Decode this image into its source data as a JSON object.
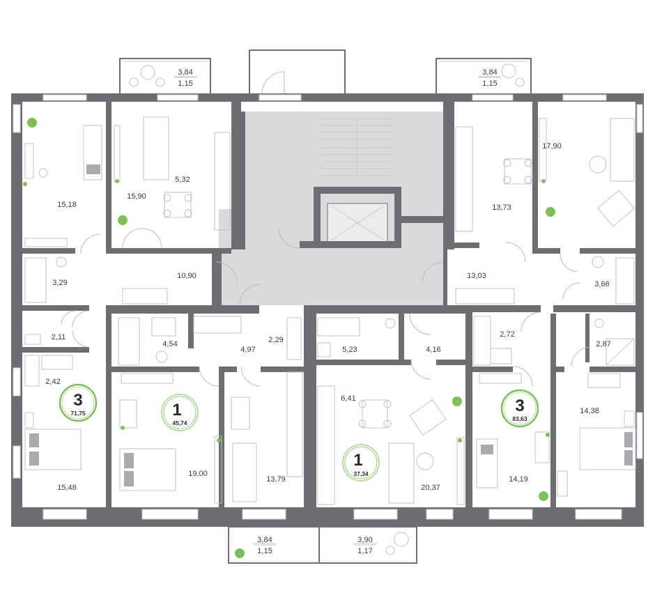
{
  "colors": {
    "wall": "#6d6e71",
    "core": "#d9dadb",
    "accent_green": "#7fbf5a",
    "badge_light": "#b7dba0"
  },
  "balconies": [
    {
      "id": "b1",
      "top": "3,84",
      "bottom": "1,15"
    },
    {
      "id": "b2",
      "top": "3,84",
      "bottom": "1,15"
    },
    {
      "id": "b3",
      "top": "3,84",
      "bottom": "1,15"
    },
    {
      "id": "b4",
      "top": "3,90",
      "bottom": "1,17"
    }
  ],
  "units": [
    {
      "id": "u1",
      "rooms": "3",
      "total": "71,75"
    },
    {
      "id": "u2",
      "rooms": "1",
      "total": "45,74"
    },
    {
      "id": "u3",
      "rooms": "1",
      "total": "37,34"
    },
    {
      "id": "u4",
      "rooms": "3",
      "total": "83,63"
    }
  ],
  "rooms": {
    "r1": "15,18",
    "r2": "15,90",
    "r3": "5,32",
    "r4": "3,29",
    "r5": "10,90",
    "r6": "2,11",
    "r7": "2,42",
    "r8": "15,48",
    "r9": "4,54",
    "r10": "4,97",
    "r11": "2,29",
    "r12": "19,00",
    "r13": "13,79",
    "r14": "5,23",
    "r15": "4,16",
    "r16": "6,41",
    "r17": "20,37",
    "r18": "13,73",
    "r19": "17,90",
    "r20": "13,03",
    "r21": "3,66",
    "r22": "2,72",
    "r23": "2,87",
    "r24": "14,38",
    "r25": "14,19"
  }
}
